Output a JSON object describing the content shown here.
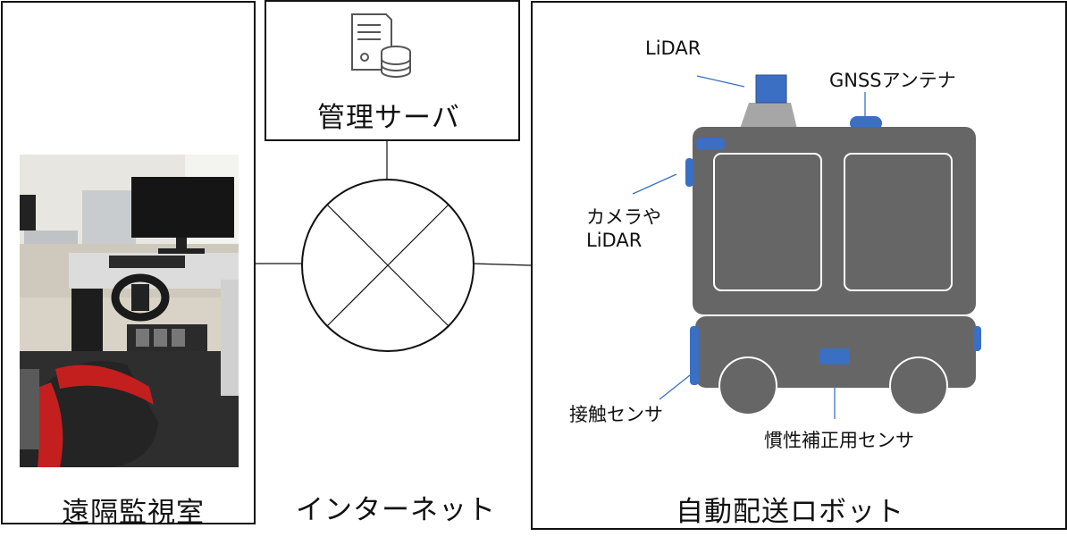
{
  "left_panel": {
    "title": "遠隔監視室"
  },
  "server": {
    "title": "管理サーバ"
  },
  "network": {
    "title": "インターネット"
  },
  "robot_panel": {
    "title": "自動配送ロボット",
    "labels": {
      "lidar_top": "LiDAR",
      "gnss": "GNSSアンテナ",
      "camera_lidar_line1": "カメラや",
      "camera_lidar_line2": "LiDAR",
      "contact_sensor": "接触センサ",
      "imu": "慣性補正用センサ"
    }
  },
  "colors": {
    "robot_body": "#666666",
    "sensor_blue": "#3a6fc4",
    "lidar_base": "#a6a6a6",
    "outline": "#111111"
  }
}
